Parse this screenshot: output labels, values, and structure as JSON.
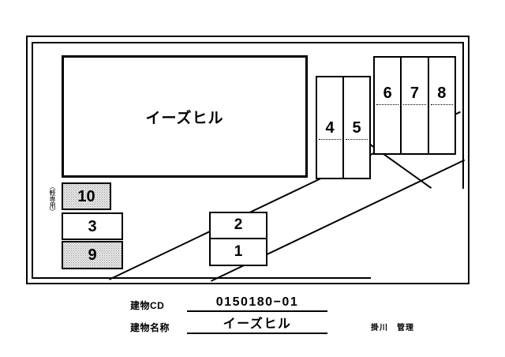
{
  "document": {
    "type": "parking-lot-site-plan",
    "building_label": "イーズヒル"
  },
  "site": {
    "kei_caption": "〈軽専用〉"
  },
  "stalls": {
    "kei_group": [
      {
        "number": "10",
        "fill": "grey"
      },
      {
        "number": "3",
        "fill": "white"
      },
      {
        "number": "9",
        "fill": "grey"
      }
    ],
    "center_group": [
      {
        "number": "2"
      },
      {
        "number": "1"
      }
    ],
    "group_45": [
      {
        "number": "4"
      },
      {
        "number": "5"
      }
    ],
    "group_678": [
      {
        "number": "6"
      },
      {
        "number": "7"
      },
      {
        "number": "8"
      }
    ]
  },
  "caption": {
    "building_cd_label": "建物CD",
    "building_cd_value": "0150180−01",
    "building_name_label": "建物名称",
    "building_name_value": "イーズヒル",
    "office": "掛川　管理"
  },
  "colors": {
    "line": "#000000",
    "paper": "#ffffff",
    "kei_fill": "#e9e9e9"
  }
}
